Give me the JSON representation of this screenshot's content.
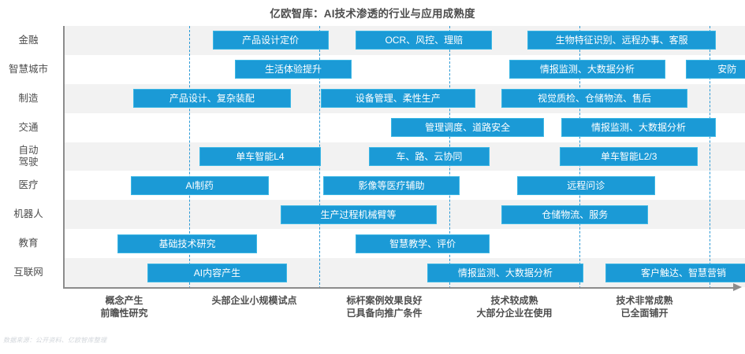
{
  "header": {
    "title": "亿欧智库：AI技术渗透的行业与应用成熟度"
  },
  "footer": {
    "source_note": "数据来源：公开资料、亿欧智库整理"
  },
  "colors": {
    "bar_fill": "#1b9ad6",
    "bar_border": "#3db7e4",
    "band": "#f2f2f2",
    "axis": "#8c8c8c",
    "gridline": "#2b9ad6",
    "title_text": "#4d4d4d",
    "note_text": "#d2d6db"
  },
  "chart_data": {
    "type": "bar",
    "title": "亿欧智库：AI技术渗透的行业与应用成熟度",
    "xlabel": "",
    "ylabel": "",
    "xlim": [
      0,
      5
    ],
    "grid": true,
    "legend": "none",
    "gridlines_x": [
      1,
      2,
      3,
      4,
      5
    ],
    "xtick_labels": [
      {
        "line1": "概念产生",
        "line2": "前瞻性研究",
        "x": 0.5
      },
      {
        "line1": "头部企业小规模试点",
        "line2": "",
        "x": 1.5
      },
      {
        "line1": "标杆案例效果良好",
        "line2": "已具备向推广条件",
        "x": 2.5
      },
      {
        "line1": "技术较成熟",
        "line2": "大部分企业在使用",
        "x": 3.5
      },
      {
        "line1": "技术非常成熟",
        "line2": "已全面铺开",
        "x": 4.5
      }
    ],
    "categories": [
      "金融",
      "智慧城市",
      "制造",
      "交通",
      "自动驾驶",
      "医疗",
      "机器人",
      "教育",
      "互联网"
    ],
    "rows": [
      {
        "category": "金融",
        "label_lines": [
          "金融"
        ],
        "bars": [
          {
            "text": "产品设计定价",
            "start": 1.18,
            "end": 2.07
          },
          {
            "text": "OCR、风控、理赔",
            "start": 2.28,
            "end": 3.33
          },
          {
            "text": "生物特征识别、远程办事、客服",
            "start": 3.6,
            "end": 5.05
          }
        ]
      },
      {
        "category": "智慧城市",
        "label_lines": [
          "智慧城市"
        ],
        "bars": [
          {
            "text": "生活体验提升",
            "start": 1.35,
            "end": 2.25
          },
          {
            "text": "情报监测、大数据分析",
            "start": 3.46,
            "end": 4.66
          },
          {
            "text": "安防",
            "start": 4.82,
            "end": 5.45
          }
        ]
      },
      {
        "category": "制造",
        "label_lines": [
          "制造"
        ],
        "bars": [
          {
            "text": "产品设计、复杂装配",
            "start": 0.57,
            "end": 1.78
          },
          {
            "text": "设备管理、柔性生产",
            "start": 2.01,
            "end": 3.2
          },
          {
            "text": "视觉质检、仓储物流、售后",
            "start": 3.4,
            "end": 4.83
          }
        ]
      },
      {
        "category": "交通",
        "label_lines": [
          "交通"
        ],
        "bars": [
          {
            "text": "管理调度、道路安全",
            "start": 2.55,
            "end": 3.73
          },
          {
            "text": "情报监测、大数据分析",
            "start": 3.86,
            "end": 5.05
          }
        ]
      },
      {
        "category": "自动驾驶",
        "label_lines": [
          "自动",
          "驾驶"
        ],
        "bars": [
          {
            "text": "单车智能L4",
            "start": 1.08,
            "end": 2.01
          },
          {
            "text": "车、路、云协同",
            "start": 2.38,
            "end": 3.31
          },
          {
            "text": "单车智能L2/3",
            "start": 3.85,
            "end": 4.91
          }
        ]
      },
      {
        "category": "医疗",
        "label_lines": [
          "医疗"
        ],
        "bars": [
          {
            "text": "AI制药",
            "start": 0.55,
            "end": 1.61
          },
          {
            "text": "影像等医疗辅助",
            "start": 2.03,
            "end": 3.08
          },
          {
            "text": "远程问诊",
            "start": 3.52,
            "end": 4.58
          }
        ]
      },
      {
        "category": "机器人",
        "label_lines": [
          "机器人"
        ],
        "bars": [
          {
            "text": "生产过程机械臂等",
            "start": 1.7,
            "end": 2.9
          },
          {
            "text": "仓储物流、服务",
            "start": 3.4,
            "end": 4.53
          }
        ]
      },
      {
        "category": "教育",
        "label_lines": [
          "教育"
        ],
        "bars": [
          {
            "text": "基础技术研究",
            "start": 0.45,
            "end": 1.52
          },
          {
            "text": "智慧教学、评价",
            "start": 2.28,
            "end": 3.31
          }
        ]
      },
      {
        "category": "互联网",
        "label_lines": [
          "互联网"
        ],
        "bars": [
          {
            "text": "AI内容产生",
            "start": 0.68,
            "end": 1.75
          },
          {
            "text": "情报监测、大数据分析",
            "start": 2.83,
            "end": 4.03
          },
          {
            "text": "客户触达、智慧营销",
            "start": 4.2,
            "end": 5.4
          }
        ]
      }
    ]
  }
}
